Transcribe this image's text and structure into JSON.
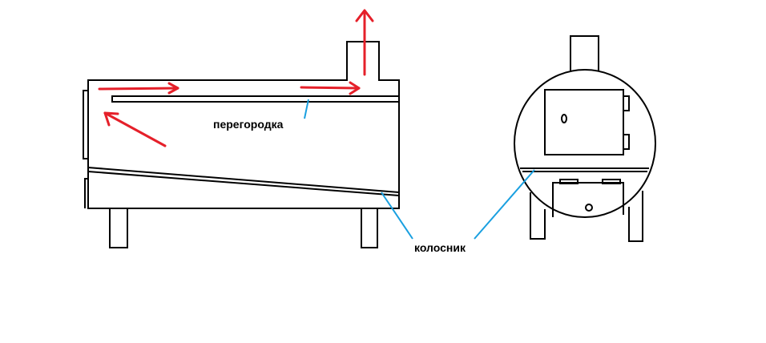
{
  "labels": {
    "partition": "перегородка",
    "grate": "колосник"
  },
  "colors": {
    "outline": "#000000",
    "flow_arrows": "#e5202a",
    "leader_lines": "#1aa0e0",
    "background": "#ffffff"
  },
  "views": {
    "side": {
      "arrows": [
        "flow-arrow-top-left",
        "flow-arrow-top-right",
        "flow-arrow-return",
        "flow-arrow-chimney"
      ]
    },
    "front": {}
  }
}
